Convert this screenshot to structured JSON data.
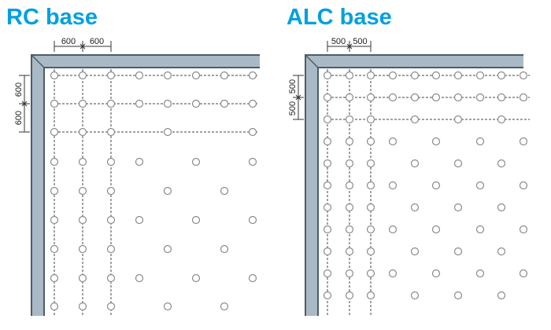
{
  "colors": {
    "title": "#00a0e0",
    "wall_face": "#a9b9c6",
    "wall_edge": "#4e5c66",
    "hole": "#8a8a8a",
    "line": "#444444",
    "dim": "#333333"
  },
  "panels": [
    {
      "id": "rc",
      "title": "RC base",
      "dim_top": [
        "600",
        "600"
      ],
      "dim_side": [
        "600",
        "600"
      ],
      "spacing_mm": 600
    },
    {
      "id": "alc",
      "title": "ALC base",
      "dim_top": [
        "500",
        "500"
      ],
      "dim_side": [
        "500",
        "500"
      ],
      "spacing_mm": 500
    }
  ]
}
